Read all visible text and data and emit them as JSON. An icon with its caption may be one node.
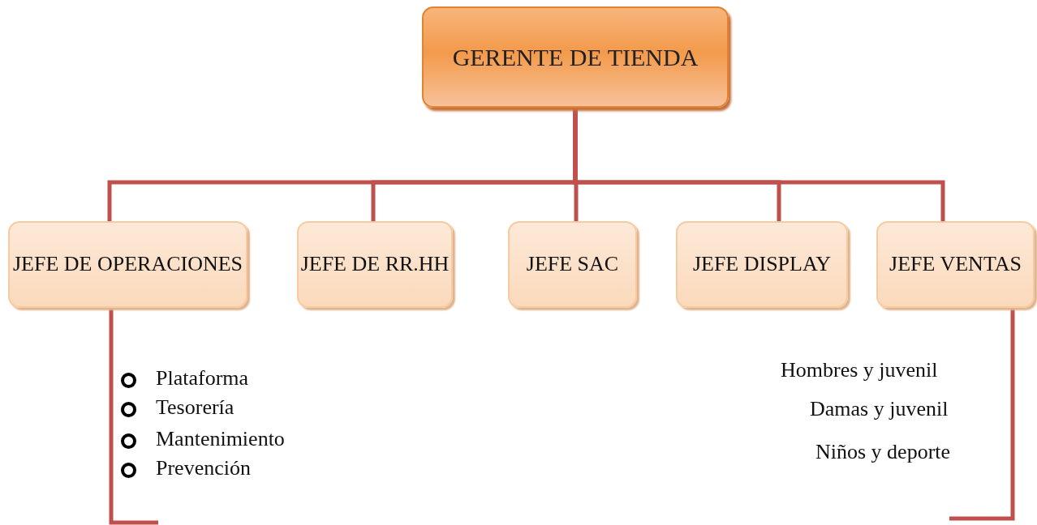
{
  "diagram": {
    "nodes": [
      {
        "text": [
          "GERENTE DE TIENDA"
        ]
      },
      {
        "text": [
          "JEFE DE OPERACIONES"
        ]
      },
      {
        "text": [
          "JEFE DE RR.HH"
        ]
      },
      {
        "text": [
          "JEFE SAC"
        ]
      },
      {
        "text": [
          "JEFE DISPLAY"
        ]
      },
      {
        "text": [
          "JEFE VENTAS"
        ]
      }
    ],
    "edges": [
      {
        "from": 0,
        "to": 1,
        "arrow": "none"
      },
      {
        "from": 0,
        "to": 2,
        "arrow": "none"
      },
      {
        "from": 0,
        "to": 3,
        "arrow": "none"
      },
      {
        "from": 0,
        "to": 4,
        "arrow": "none"
      },
      {
        "from": 0,
        "to": 5,
        "arrow": "none"
      },
      {
        "from": 1,
        "to": null,
        "arrow": "none"
      },
      {
        "from": 5,
        "to": null,
        "arrow": "none"
      }
    ],
    "labels": [
      "Plataforma",
      "Tesorería",
      "Mantenimiento",
      "Prevención",
      "Hombres y juvenil",
      "Damas y juvenil",
      "Niños y deporte"
    ]
  }
}
